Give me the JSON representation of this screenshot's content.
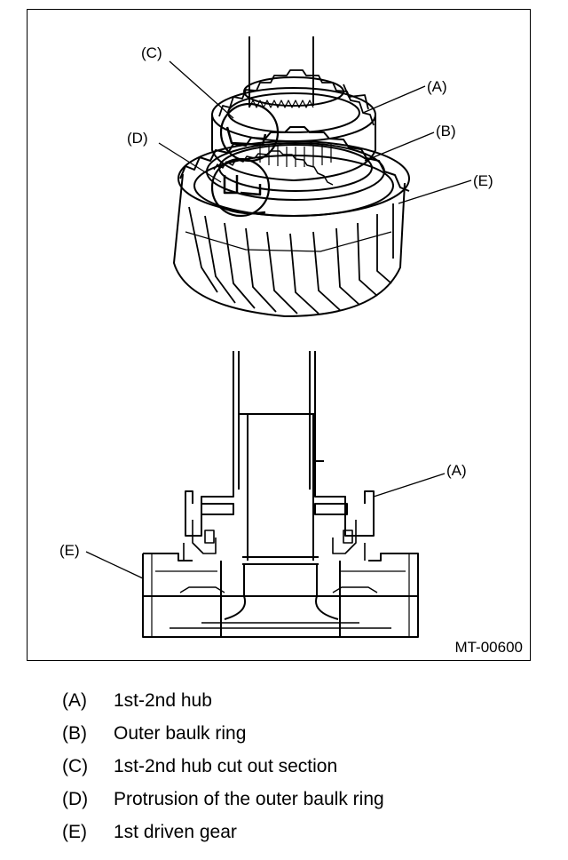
{
  "figure": {
    "id": "MT-00600",
    "callouts": {
      "a_top": "(A)",
      "b_top": "(B)",
      "c_top": "(C)",
      "d_top": "(D)",
      "e_top": "(E)",
      "a_bottom": "(A)",
      "e_bottom": "(E)"
    }
  },
  "legend": [
    {
      "key": "(A)",
      "text": "1st-2nd hub"
    },
    {
      "key": "(B)",
      "text": "Outer baulk ring"
    },
    {
      "key": "(C)",
      "text": "1st-2nd hub cut out section"
    },
    {
      "key": "(D)",
      "text": "Protrusion of the outer baulk ring"
    },
    {
      "key": "(E)",
      "text": "1st driven gear"
    }
  ],
  "colors": {
    "ink": "#000000",
    "paper": "#ffffff"
  }
}
